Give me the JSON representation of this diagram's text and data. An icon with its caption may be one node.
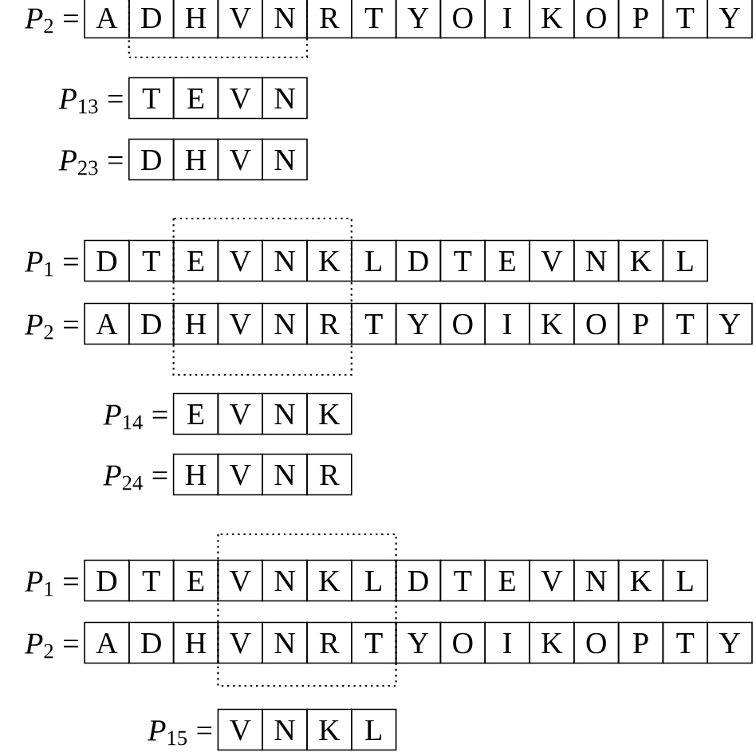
{
  "diagram": {
    "nodes": [
      {
        "text": [
          "A"
        ]
      },
      {
        "text": [
          "D"
        ]
      },
      {
        "text": [
          "H"
        ]
      },
      {
        "text": [
          "V"
        ]
      },
      {
        "text": [
          "N"
        ]
      },
      {
        "text": [
          "R"
        ]
      },
      {
        "text": [
          "T"
        ]
      },
      {
        "text": [
          "Y"
        ]
      },
      {
        "text": [
          "O"
        ]
      },
      {
        "text": [
          "I"
        ]
      },
      {
        "text": [
          "K"
        ]
      },
      {
        "text": [
          "O"
        ]
      },
      {
        "text": [
          "P"
        ]
      },
      {
        "text": [
          "T"
        ]
      },
      {
        "text": [
          "Y"
        ]
      },
      {
        "text": [
          "T"
        ]
      },
      {
        "text": [
          "E"
        ]
      },
      {
        "text": [
          "V"
        ]
      },
      {
        "text": [
          "N"
        ]
      },
      {
        "text": [
          "D"
        ]
      },
      {
        "text": [
          "H"
        ]
      },
      {
        "text": [
          "V"
        ]
      },
      {
        "text": [
          "N"
        ]
      },
      {
        "text": [
          "D"
        ]
      },
      {
        "text": [
          "T"
        ]
      },
      {
        "text": [
          "E"
        ]
      },
      {
        "text": [
          "V"
        ]
      },
      {
        "text": [
          "N"
        ]
      },
      {
        "text": [
          "K"
        ]
      },
      {
        "text": [
          "L"
        ]
      },
      {
        "text": [
          "D"
        ]
      },
      {
        "text": [
          "T"
        ]
      },
      {
        "text": [
          "E"
        ]
      },
      {
        "text": [
          "V"
        ]
      },
      {
        "text": [
          "N"
        ]
      },
      {
        "text": [
          "K"
        ]
      },
      {
        "text": [
          "L"
        ]
      },
      {
        "text": [
          "A"
        ]
      },
      {
        "text": [
          "D"
        ]
      },
      {
        "text": [
          "H"
        ]
      },
      {
        "text": [
          "V"
        ]
      },
      {
        "text": [
          "N"
        ]
      },
      {
        "text": [
          "R"
        ]
      },
      {
        "text": [
          "T"
        ]
      },
      {
        "text": [
          "Y"
        ]
      },
      {
        "text": [
          "O"
        ]
      },
      {
        "text": [
          "I"
        ]
      },
      {
        "text": [
          "K"
        ]
      },
      {
        "text": [
          "O"
        ]
      },
      {
        "text": [
          "P"
        ]
      },
      {
        "text": [
          "T"
        ]
      },
      {
        "text": [
          "Y"
        ]
      },
      {
        "text": [
          "E"
        ]
      },
      {
        "text": [
          "V"
        ]
      },
      {
        "text": [
          "N"
        ]
      },
      {
        "text": [
          "K"
        ]
      },
      {
        "text": [
          "H"
        ]
      },
      {
        "text": [
          "V"
        ]
      },
      {
        "text": [
          "N"
        ]
      },
      {
        "text": [
          "R"
        ]
      },
      {
        "text": [
          "D"
        ]
      },
      {
        "text": [
          "T"
        ]
      },
      {
        "text": [
          "E"
        ]
      },
      {
        "text": [
          "V"
        ]
      },
      {
        "text": [
          "N"
        ]
      },
      {
        "text": [
          "K"
        ]
      },
      {
        "text": [
          "L"
        ]
      },
      {
        "text": [
          "D"
        ]
      },
      {
        "text": [
          "T"
        ]
      },
      {
        "text": [
          "E"
        ]
      },
      {
        "text": [
          "V"
        ]
      },
      {
        "text": [
          "N"
        ]
      },
      {
        "text": [
          "K"
        ]
      },
      {
        "text": [
          "L"
        ]
      },
      {
        "text": [
          "A"
        ]
      },
      {
        "text": [
          "D"
        ]
      },
      {
        "text": [
          "H"
        ]
      },
      {
        "text": [
          "V"
        ]
      },
      {
        "text": [
          "N"
        ]
      },
      {
        "text": [
          "R"
        ]
      },
      {
        "text": [
          "T"
        ]
      },
      {
        "text": [
          "Y"
        ]
      },
      {
        "text": [
          "O"
        ]
      },
      {
        "text": [
          "I"
        ]
      },
      {
        "text": [
          "K"
        ]
      },
      {
        "text": [
          "O"
        ]
      },
      {
        "text": [
          "P"
        ]
      },
      {
        "text": [
          "T"
        ]
      },
      {
        "text": [
          "Y"
        ]
      },
      {
        "text": [
          "V"
        ]
      },
      {
        "text": [
          "N"
        ]
      },
      {
        "text": [
          "K"
        ]
      },
      {
        "text": [
          "L"
        ]
      }
    ],
    "labels": [
      "*P*$_{2}$ =",
      "*P*$_{13}$ =",
      "*P*$_{23}$ =",
      "*P*$_{1}$ =",
      "*P*$_{2}$ =",
      "*P*$_{14}$ =",
      "*P*$_{24}$ =",
      "*P*$_{1}$ =",
      "*P*$_{2}$ =",
      "*P*$_{15}$ ="
    ]
  }
}
